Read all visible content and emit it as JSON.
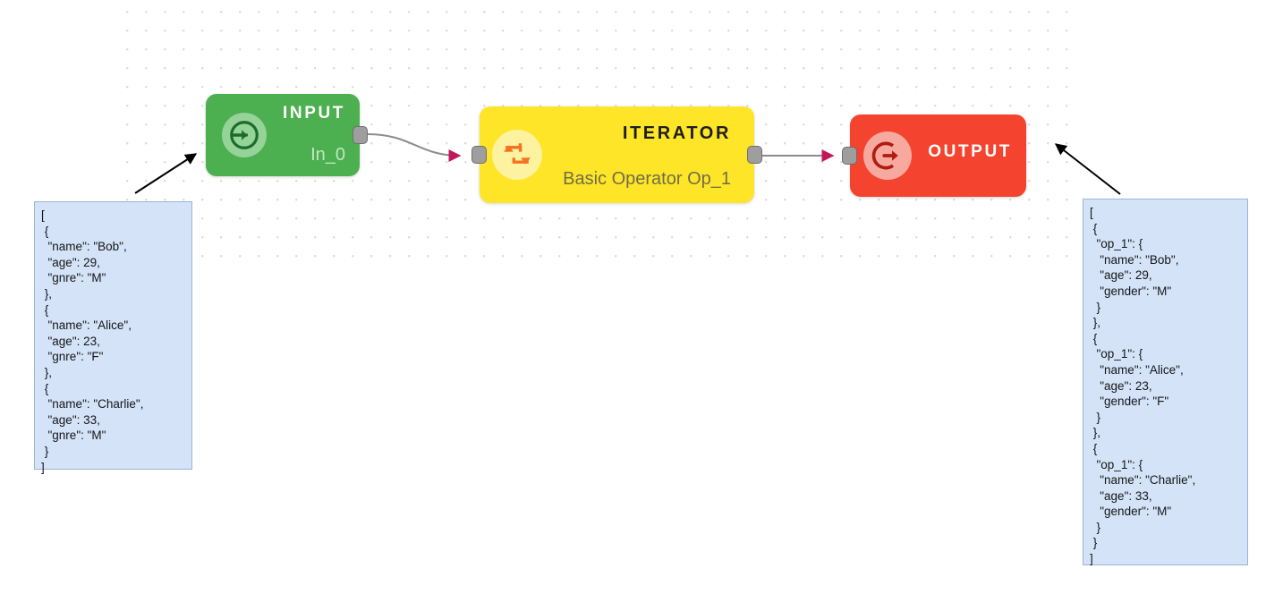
{
  "app": {
    "title": "Flow Editor Canvas",
    "canvas_background": "#ffffff",
    "grid_dot_color": "#dcdcdc"
  },
  "nodes": [
    {
      "id": "input",
      "title": "INPUT",
      "subtitle": "In_0",
      "icon": "input-arrow-icon",
      "color": "#4CAF50",
      "icon_bg": "#95d399"
    },
    {
      "id": "iterator",
      "title": "ITERATOR",
      "subtitle": "Basic Operator Op_1",
      "icon": "repeat-icon",
      "color": "#FFE528",
      "icon_bg": "#fdf2a0",
      "icon_color": "#F47321"
    },
    {
      "id": "output",
      "title": "OUTPUT",
      "subtitle": "",
      "icon": "output-arrow-icon",
      "color": "#F4432E",
      "icon_bg": "#f7a9a0",
      "icon_color": "#B01C12"
    }
  ],
  "edges": [
    {
      "id": "edge-input-iterator",
      "from": "input",
      "to": "iterator",
      "style": "curved",
      "arrow_color": "#C2185B"
    },
    {
      "id": "edge-iterator-output",
      "from": "iterator",
      "to": "output",
      "style": "straight",
      "arrow_color": "#C2185B"
    }
  ],
  "panels": {
    "input_data": {
      "label": "input-json-panel",
      "text": "[\n {\n  \"name\": \"Bob\",\n  \"age\": 29,\n  \"gnre\": \"M\"\n },\n {\n  \"name\": \"Alice\",\n  \"age\": 23,\n  \"gnre\": \"F\"\n },\n {\n  \"name\": \"Charlie\",\n  \"age\": 33,\n  \"gnre\": \"M\"\n }\n]"
    },
    "output_data": {
      "label": "output-json-panel",
      "text": "[\n {\n  \"op_1\": {\n   \"name\": \"Bob\",\n   \"age\": 29,\n   \"gender\": \"M\"\n  }\n },\n {\n  \"op_1\": {\n   \"name\": \"Alice\",\n   \"age\": 23,\n   \"gender\": \"F\"\n  }\n },\n {\n  \"op_1\": {\n   \"name\": \"Charlie\",\n   \"age\": 33,\n   \"gender\": \"M\"\n  }\n }\n]"
    }
  },
  "annotations": [
    {
      "id": "arrow-input-panel-to-node",
      "direction": "up-right",
      "color": "#000000"
    },
    {
      "id": "arrow-output-panel-to-node",
      "direction": "up-left",
      "color": "#000000"
    }
  ]
}
